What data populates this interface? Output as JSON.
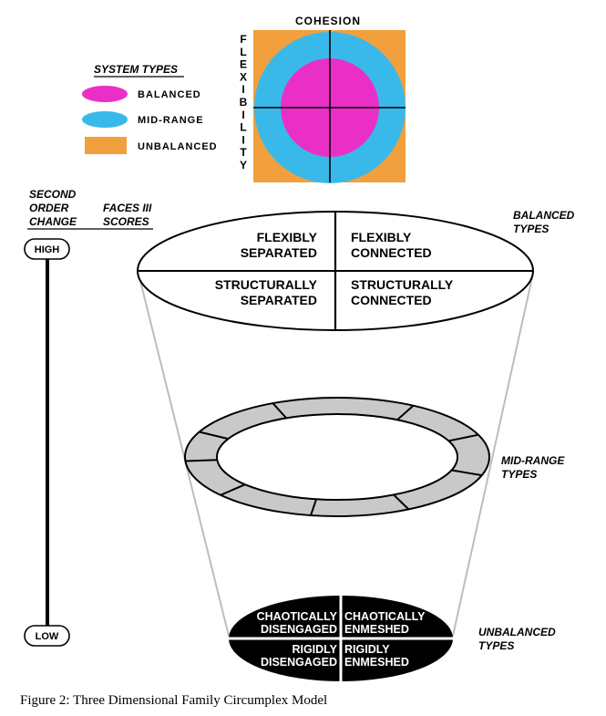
{
  "grid": {
    "cohesion": "COHESION",
    "flexibility_letters": [
      "F",
      "L",
      "E",
      "X",
      "I",
      "B",
      "I",
      "L",
      "I",
      "T",
      "Y"
    ]
  },
  "legend": {
    "title": "SYSTEM TYPES",
    "items": [
      {
        "label": "BALANCED",
        "color": "#ea2fc6"
      },
      {
        "label": "MID-RANGE",
        "color": "#39b9ea"
      },
      {
        "label": "UNBALANCED",
        "color": "#f1a03d"
      }
    ]
  },
  "left_axis": {
    "col1": [
      "SECOND",
      "ORDER",
      "CHANGE"
    ],
    "col2": [
      "FACES III",
      "SCORES"
    ],
    "high": "HIGH",
    "low": "LOW"
  },
  "top_ellipse": {
    "tl": [
      "FLEXIBLY",
      "SEPARATED"
    ],
    "tr": [
      "FLEXIBLY",
      "CONNECTED"
    ],
    "bl": [
      "STRUCTURALLY",
      "SEPARATED"
    ],
    "br": [
      "STRUCTURALLY",
      "CONNECTED"
    ]
  },
  "bottom_ellipse": {
    "tl": [
      "CHAOTICALLY",
      "DISENGAGED"
    ],
    "tr": [
      "CHAOTICALLY",
      "ENMESHED"
    ],
    "bl": [
      "RIGIDLY",
      "DISENGAGED"
    ],
    "br": [
      "RIGIDLY",
      "ENMESHED"
    ]
  },
  "type_labels": {
    "balanced": [
      "BALANCED",
      "TYPES"
    ],
    "midrange": [
      "MID-RANGE",
      "TYPES"
    ],
    "unbalanced": [
      "UNBALANCED",
      "TYPES"
    ]
  },
  "caption": "Figure 2: Three Dimensional Family Circumplex Model",
  "colors": {
    "balanced": "#ea2fc6",
    "midrange": "#39b9ea",
    "unbalanced": "#f1a03d",
    "ring": "#c9c9c9",
    "ink": "#000000"
  }
}
